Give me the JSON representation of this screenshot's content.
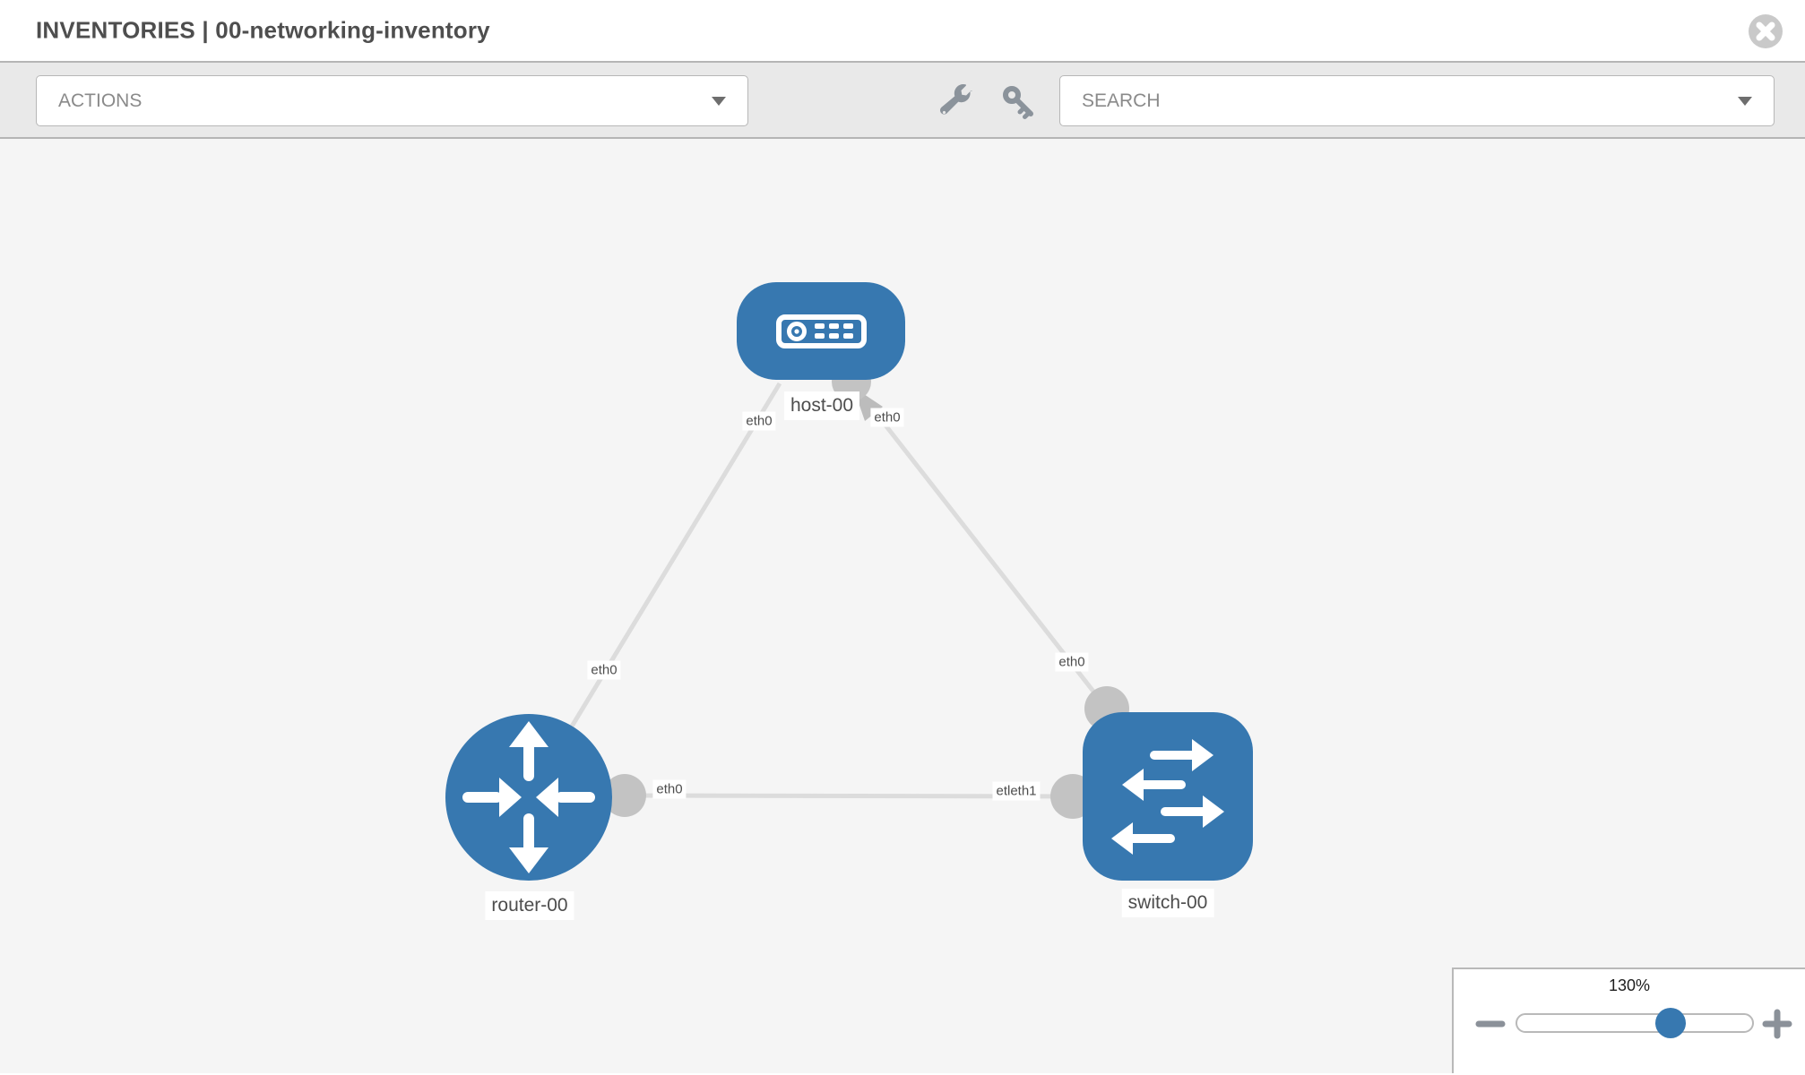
{
  "header": {
    "title": "INVENTORIES | 00-networking-inventory"
  },
  "toolbar": {
    "actions_label": "ACTIONS",
    "search_placeholder": "SEARCH"
  },
  "zoom_control": {
    "level": "130%"
  },
  "diagram": {
    "nodes": [
      {
        "label": "host-00",
        "type": "host"
      },
      {
        "label": "router-00",
        "type": "router"
      },
      {
        "label": "switch-00",
        "type": "switch"
      }
    ],
    "links": [
      {
        "from": "router-00",
        "to": "host-00"
      },
      {
        "from": "host-00",
        "to": "switch-00"
      },
      {
        "from": "router-00",
        "to": "switch-00"
      }
    ],
    "interface_labels": {
      "router_host_near_router": "eth0",
      "router_host_near_host": "eth0",
      "host_switch_near_host": "eth0",
      "host_switch_near_switch": "eth0",
      "router_switch_near_router": "eth0",
      "router_switch_near_switch": "etleth1"
    }
  },
  "colors": {
    "node_blue": "#3778b0",
    "link_gray": "#dcdcdc",
    "connector_gray": "#c3c3c3",
    "toolbar_gray": "#e9e9e9",
    "canvas_gray": "#f5f5f5",
    "icon_gray": "#8b939b",
    "title_gray": "#4e4e4e"
  }
}
